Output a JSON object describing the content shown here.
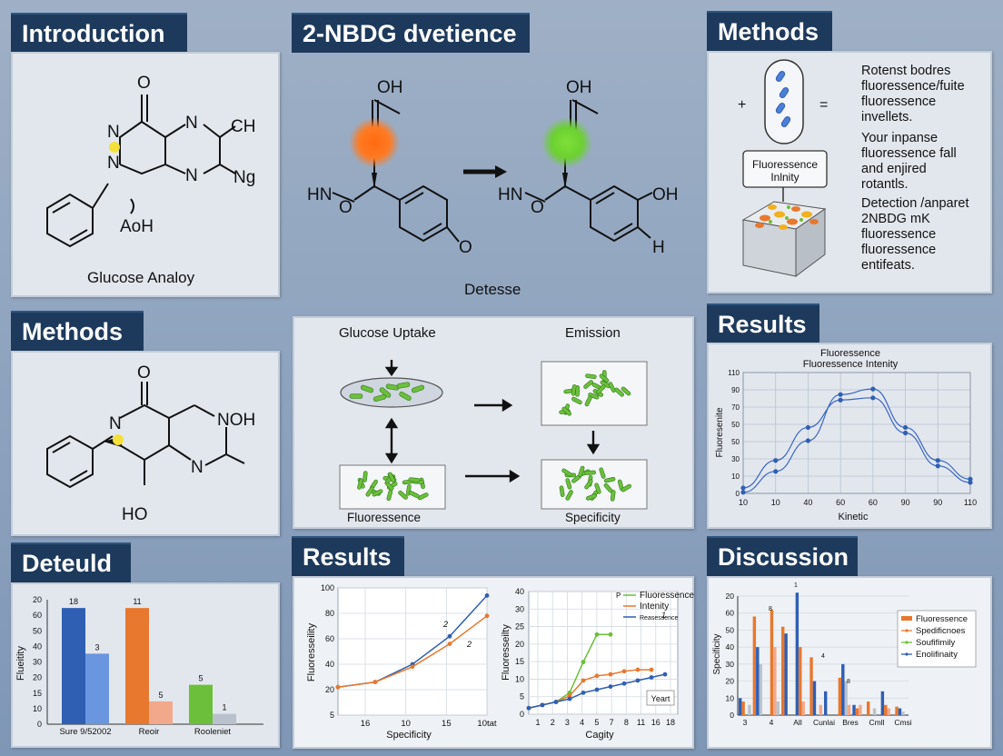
{
  "colors": {
    "banner": "#1d3a5c",
    "blue": "#2f5fb3",
    "orange": "#e8782e",
    "green": "#6cbf3a",
    "lightblue": "#6a96e0"
  },
  "titles": {
    "intro": "Introduction",
    "center": "2-NBDG dvetience",
    "methods_top": "Methods",
    "methods_left": "Methods",
    "results_right": "Results",
    "deteuld": "Deteuld",
    "results_mid": "Results",
    "discussion": "Discussion"
  },
  "intro": {
    "atoms": {
      "o": "O",
      "n1": "N",
      "n2": "N",
      "n3": "N",
      "n4": "N",
      "ch": "CH",
      "ng": "Ng",
      "aoh": "AoH"
    },
    "caption": "Glucose Analoy"
  },
  "center": {
    "atoms": {
      "oh1": "OH",
      "hn1": "HN",
      "o1": "O",
      "o2": "O",
      "oh2": "OH",
      "hn2": "HN",
      "o3": "O",
      "oh3": "OH",
      "h": "H"
    },
    "caption": "Detesse"
  },
  "methods_top": {
    "plus": "+",
    "equals": "=",
    "box_label": [
      "Fluoressence",
      "Inlnity"
    ],
    "text_blocks": [
      [
        "Rotenst bodres",
        "fluoressence/fuite",
        "fluoressence",
        "invellets."
      ],
      [
        "Your inpanse",
        "fluoressence fall",
        "and enjired",
        "rotantls."
      ],
      [
        "Detection /anparet",
        "2NBDG mK",
        "fluoressence",
        "fluoressence",
        "entifeats."
      ]
    ]
  },
  "methods_left": {
    "atoms": {
      "o": "O",
      "n1": "N",
      "n2": "N",
      "nh": "NOH",
      "ho": "HO"
    }
  },
  "process": {
    "glucose_uptake": "Glucose Uptake",
    "emission": "Emission",
    "fluorescence": "Fluoressence",
    "specificity": "Specificity"
  },
  "results_right_chart": {
    "type": "line",
    "title": [
      "Fluoressence",
      "Fluoressence Intenity"
    ],
    "xlabel": "Kinetic",
    "ylabel": "Fluoresenite",
    "x_ticks": [
      "10",
      "10",
      "40",
      "60",
      "60",
      "90",
      "90",
      "110"
    ],
    "y_ticks": [
      "0",
      "10",
      "30",
      "50",
      "50",
      "70",
      "90",
      "110"
    ],
    "series": [
      {
        "x": [
          0,
          1,
          2,
          3,
          4,
          5,
          6,
          7
        ],
        "values": [
          1,
          20,
          48,
          90,
          95,
          60,
          30,
          13
        ]
      },
      {
        "x": [
          0,
          1,
          2,
          3,
          4,
          5,
          6,
          7
        ],
        "values": [
          5,
          30,
          60,
          85,
          87,
          55,
          25,
          10
        ]
      }
    ]
  },
  "deteuld_chart": {
    "type": "bar",
    "ylabel": "Flueitity",
    "y_ticks": [
      "0",
      "10",
      "15",
      "20",
      "30",
      "40",
      "50",
      "60",
      "20"
    ],
    "categories": [
      "Sure 9/52002",
      "Reoir",
      "Rooleniet"
    ],
    "bars": [
      {
        "cat": 0,
        "value": 56,
        "label": "18",
        "color": "#2f5fb3"
      },
      {
        "cat": 0,
        "value": 34,
        "label": "3",
        "color": "#6a96e0"
      },
      {
        "cat": 1,
        "value": 56,
        "label": "11",
        "color": "#e8782e"
      },
      {
        "cat": 1,
        "value": 11,
        "label": "5",
        "color": "#f2a88a"
      },
      {
        "cat": 2,
        "value": 19,
        "label": "5",
        "color": "#6cbf3a"
      },
      {
        "cat": 2,
        "value": 5,
        "label": "1",
        "color": "#b9c2cc"
      }
    ]
  },
  "results_mid_left_chart": {
    "type": "line",
    "ylabel": "Fluoresseility",
    "xlabel": "Specificity",
    "x_ticks": [
      "16",
      "10",
      "15",
      "10tat"
    ],
    "y_ticks": [
      "5",
      "20",
      "40",
      "60",
      "80",
      "100"
    ],
    "annotations": [
      "2",
      "2"
    ],
    "series": [
      {
        "color": "#2f5fb3",
        "x": [
          0,
          1,
          2,
          3,
          4
        ],
        "values": [
          22,
          26,
          40,
          62,
          94
        ]
      },
      {
        "color": "#e8782e",
        "x": [
          0,
          1,
          2,
          3,
          4
        ],
        "values": [
          22,
          26,
          38,
          56,
          78
        ]
      }
    ]
  },
  "results_mid_right_chart": {
    "type": "line",
    "ylabel": "Fluoresseilty",
    "xlabel": "Cagity",
    "x_ticks": [
      "1",
      "2",
      "3",
      "4",
      "5",
      "7",
      "8",
      "11",
      "16",
      "18"
    ],
    "y_ticks": [
      "0",
      "5",
      "10",
      "15",
      "20",
      "25",
      "30",
      "40"
    ],
    "legend": [
      "Fluoressence",
      "Intenity",
      "Reasessence"
    ],
    "legend_mark": "P",
    "annotation": "1",
    "corner_label": "Yeart",
    "series": [
      {
        "color": "#6cbf3a",
        "x": [
          0,
          1,
          2,
          3,
          4,
          5,
          6
        ],
        "values": [
          2,
          3,
          4,
          7,
          17,
          26,
          26
        ]
      },
      {
        "color": "#e8782e",
        "x": [
          0,
          1,
          2,
          3,
          4,
          5,
          6,
          7,
          8,
          9
        ],
        "values": [
          2,
          3,
          4,
          6,
          11,
          12.5,
          13,
          14,
          14.5,
          14.5
        ]
      },
      {
        "color": "#2f5fb3",
        "x": [
          0,
          1,
          2,
          3,
          4,
          5,
          6,
          7,
          8,
          9,
          10
        ],
        "values": [
          2,
          3,
          4,
          5,
          7,
          8,
          9,
          10,
          11,
          12,
          13
        ]
      }
    ]
  },
  "discussion_chart": {
    "type": "bar",
    "ylabel": "Specificity",
    "y_ticks": [
      "0",
      "10",
      "20",
      "30",
      "40",
      "50",
      "60",
      "20"
    ],
    "x_ticks": [
      "3",
      "4",
      "All",
      "Cunlai",
      "Bres",
      "Cmll",
      "Cmsi"
    ],
    "value_labels": [
      "1",
      "8",
      "4",
      "8"
    ],
    "legend": [
      "Fluoressence",
      "Spedificnoes",
      "Soufifimily",
      "Enolifinaity"
    ],
    "groups": [
      [
        10,
        8,
        0,
        6
      ],
      [
        58,
        40,
        30,
        0
      ],
      [
        0,
        62,
        40,
        8
      ],
      [
        52,
        48,
        0,
        0
      ],
      [
        72,
        40,
        8,
        0
      ],
      [
        34,
        20,
        0,
        6
      ],
      [
        14,
        0,
        0,
        0
      ],
      [
        22,
        30,
        20,
        6
      ],
      [
        6,
        4,
        6,
        0
      ],
      [
        8,
        0,
        4,
        0
      ],
      [
        14,
        6,
        4,
        0
      ],
      [
        5,
        4,
        2,
        0
      ]
    ]
  }
}
